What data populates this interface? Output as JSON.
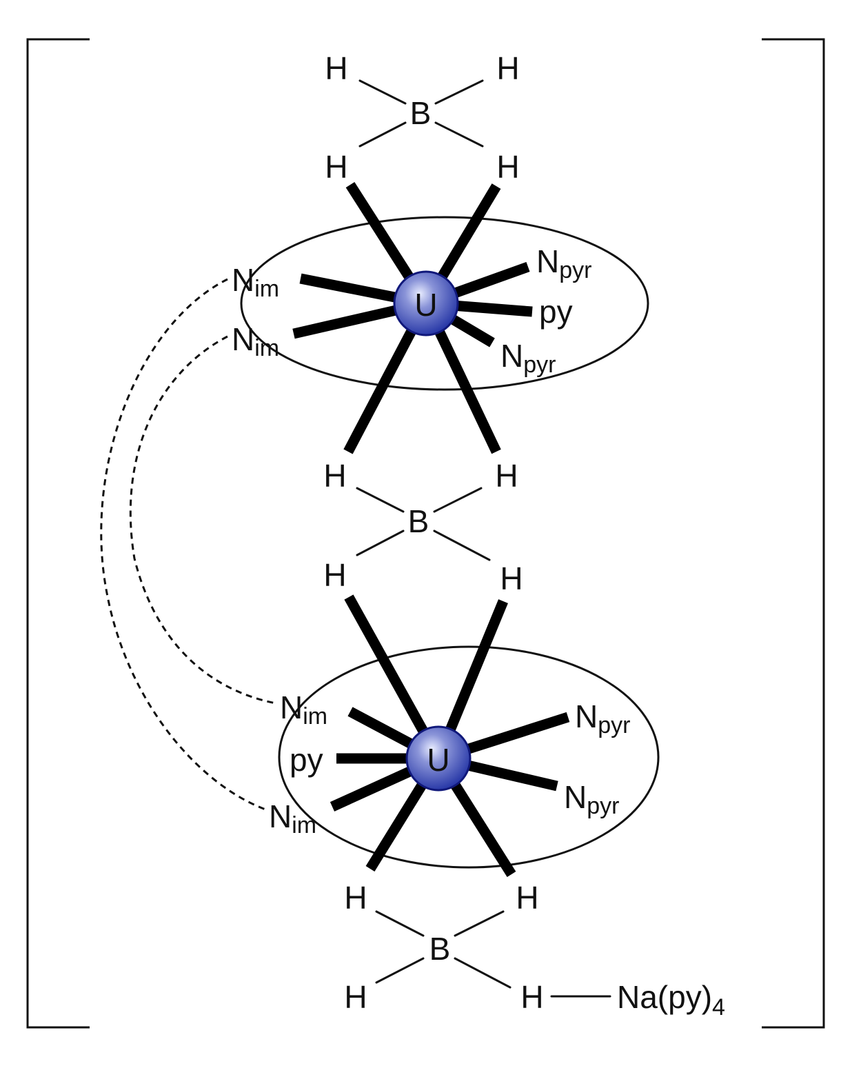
{
  "atoms": {
    "hydrogen": "H",
    "boron": "B",
    "uranium": "U",
    "nitrogen": "N"
  },
  "subscripts": {
    "imine": "im",
    "pyrrole": "pyr"
  },
  "ligands": {
    "pyridine": "py"
  },
  "sodium": {
    "label": "Na(py)",
    "count": "4"
  },
  "colors": {
    "uranium_fill": "#2a3aa8",
    "uranium_highlight": "#e8ecff",
    "uranium_edge": "#10187a",
    "ink": "#111111"
  }
}
